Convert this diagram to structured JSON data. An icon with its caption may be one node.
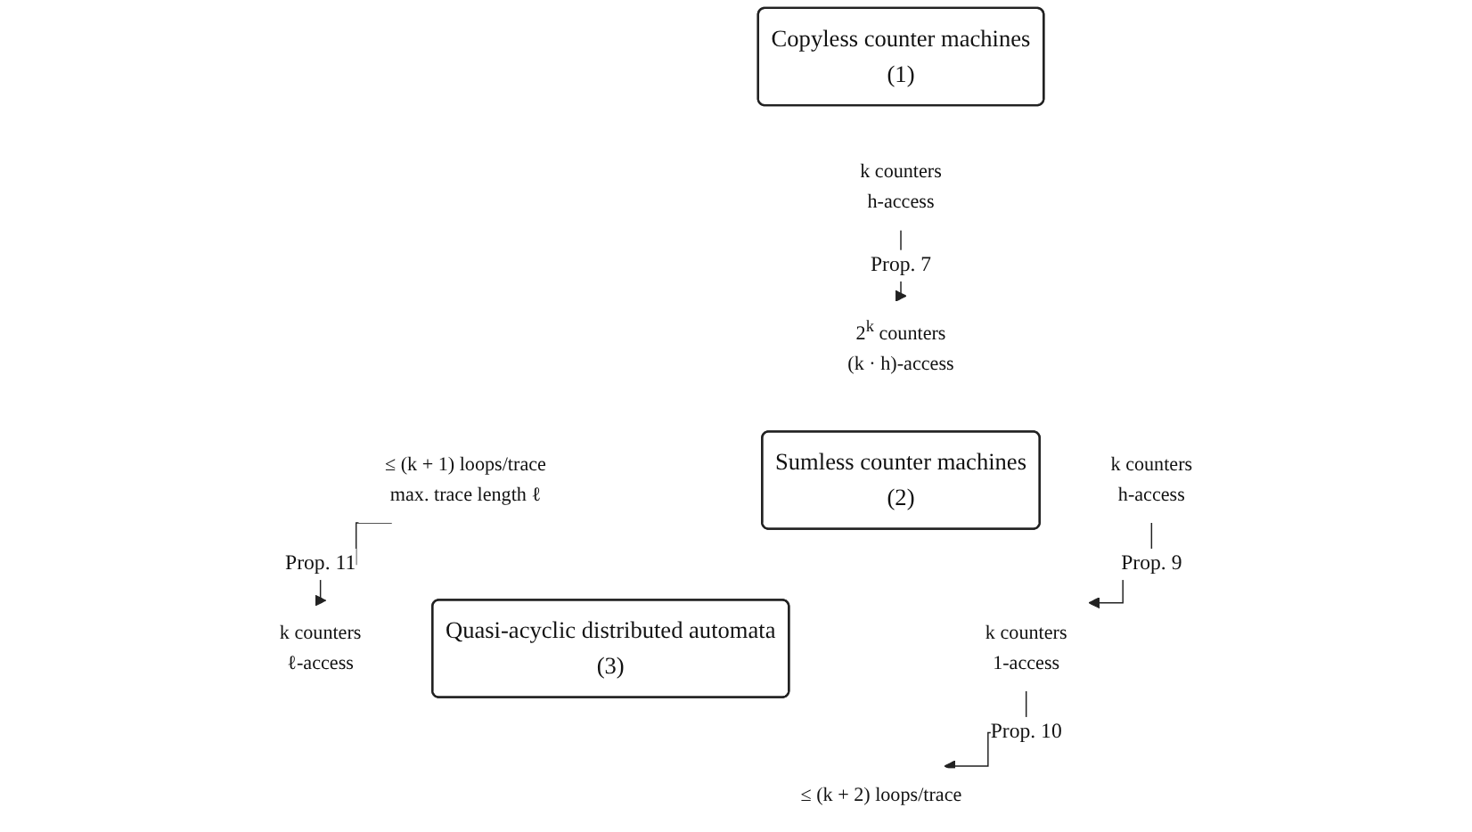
{
  "diagram": {
    "nodes": [
      {
        "text": [
          "Copyless counter machines",
          "(1)"
        ]
      },
      {
        "text": [
          "k counters",
          "ℓ-access"
        ]
      },
      {
        "text": [
          "≤ (k + 1) loops/trace",
          "max. trace length ℓ"
        ]
      },
      {
        "text": [
          "k counters",
          "h-access"
        ]
      },
      {
        "text": [
          "Quasi-acyclic distributed automata",
          "(3)"
        ]
      },
      {
        "text": [
          "≤ (k + 2) loops/trace"
        ]
      },
      {
        "text": [
          "2$^{k}$ counters",
          "(k · h)-access"
        ]
      },
      {
        "text": [
          "Sumless counter machines",
          "(2)"
        ]
      },
      {
        "text": [
          "k counters",
          "1-access"
        ]
      },
      {
        "text": [
          "k counters",
          "h-access"
        ]
      }
    ],
    "edges": [
      {
        "from": 2,
        "to": 1,
        "arrow": "to",
        "label": "Prop. 11"
      },
      {
        "from": 3,
        "to": 6,
        "arrow": "to",
        "label": "Prop. 7"
      },
      {
        "from": 8,
        "to": 5,
        "arrow": "to",
        "label": "Prop. 10"
      },
      {
        "from": 9,
        "to": 8,
        "arrow": "to",
        "label": "Prop. 9"
      }
    ]
  }
}
